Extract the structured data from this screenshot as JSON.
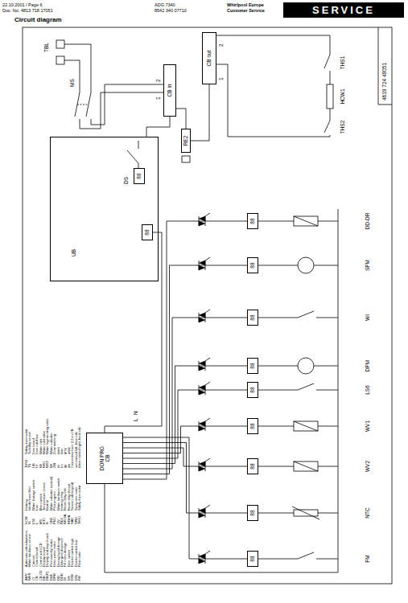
{
  "diagram": {
    "title": "Circuit diagram",
    "nodes": [
      {
        "text": [
          "SERVICE"
        ]
      },
      {
        "text": [
          "UB"
        ]
      },
      {
        "text": [
          "88"
        ],
        "in": 1
      },
      {
        "text": [
          "88"
        ],
        "in": 1
      },
      {
        "text": [
          "CB in"
        ]
      },
      {
        "text": [
          "RE2"
        ]
      },
      {
        "text": [
          "CB out"
        ]
      },
      {
        "text": [
          "DON PRG",
          "CB"
        ]
      },
      {
        "text": [
          "88"
        ]
      },
      {
        "text": [
          "88"
        ]
      },
      {
        "text": [
          "88"
        ]
      },
      {
        "text": [
          "88"
        ]
      },
      {
        "text": [
          "88"
        ]
      },
      {
        "text": [
          "88"
        ]
      },
      {
        "text": [
          "88"
        ]
      },
      {
        "text": [
          "88"
        ]
      },
      {
        "text": [
          "88"
        ]
      }
    ],
    "edges": [
      {
        "from": 1,
        "to": 4,
        "arrow": "none"
      },
      {
        "from": 4,
        "to": 5,
        "arrow": "none"
      },
      {
        "from": 5,
        "to": 6,
        "arrow": "none"
      },
      {
        "from": 3,
        "to": 7,
        "arrow": "none"
      },
      {
        "from": 7,
        "to": 8,
        "arrow": "none"
      },
      {
        "from": 7,
        "to": 9,
        "arrow": "none"
      },
      {
        "from": 7,
        "to": 10,
        "arrow": "none"
      },
      {
        "from": 7,
        "to": 11,
        "arrow": "none"
      },
      {
        "from": 7,
        "to": 12,
        "arrow": "none"
      },
      {
        "from": 7,
        "to": 13,
        "arrow": "none"
      },
      {
        "from": 7,
        "to": 14,
        "arrow": "none"
      },
      {
        "from": 7,
        "to": 15,
        "arrow": "none"
      },
      {
        "from": 7,
        "to": 16,
        "arrow": "none"
      }
    ],
    "labels": [
      "AMV",
      "Automatic salt adaptation",
      "WHS",
      "Water hardness sensor",
      "CI",
      "Cabinet",
      "CB",
      "Control board",
      "CB.CD",
      "Control unit LCD",
      "DB",
      "Display board",
      "DB(P)",
      "Display and keys board",
      "DLB",
      "Permanently heater",
      "DPM",
      "Drain pump motor",
      "DD",
      "Dosing liquid dosage",
      "DDN",
      "Detergent dispenser",
      "DI",
      "Fill mass dosage",
      "DS",
      "Door switch",
      "DSH",
      "Diverter switch high",
      "DSL",
      "Diverter switch low",
      "FM",
      "Flow meter",
      "HCW",
      "Heating",
      "IS",
      "Interference filter",
      "LS6",
      "Water leakage switch",
      "L",
      "Line",
      "MS",
      "Main switch",
      "NTC",
      "Temperature sensor",
      "N",
      "Neutral",
      "OWI",
      "Water indicator (optical)",
      "PNG",
      "Pilot program",
      "QV",
      "Water hardness switch",
      "RE2",
      "Heating relay",
      "RR-SA",
      "Reset relay salt",
      "RRHA",
      "Reset relay descal",
      "SAD",
      "Sensors (detergent)",
      "SPM",
      "Spray arm motor",
      "THS1",
      "Safety thermostat",
      "THS2",
      "Safety thermostat",
      "TS",
      "Turbidity sensor",
      "UB",
      "User board",
      "UI",
      "User interface",
      "WI",
      "Water inlet",
      "WV1",
      "Water inlet valve",
      "WV2",
      "Water regenerating valve",
      "WI",
      "Water indicator",
      "ZW",
      "Zone washing",
      "bk",
      "black",
      "bu",
      "blue",
      "gy",
      "grey",
      "wh",
      "white",
      "Connection lines 2,3 on CB:",
      "not marked left, front side",
      "black marked right, front side",
      "22.10.2001 / Page 6",
      "Doc. No. 4813 718 17051",
      "ADG 7340",
      "8542 340 07710",
      "Whirlpool Europe",
      "Customer Service",
      "TBL",
      "MS",
      "1",
      "2",
      "1",
      "2",
      "DS",
      "L",
      "N",
      "THS1",
      "HCW1",
      "THS2",
      "DD-DR",
      "SPM",
      "WI",
      "DPM",
      "LS6",
      "WV1",
      "WV2",
      "NTC",
      "FM",
      "4619 724 48051"
    ]
  }
}
